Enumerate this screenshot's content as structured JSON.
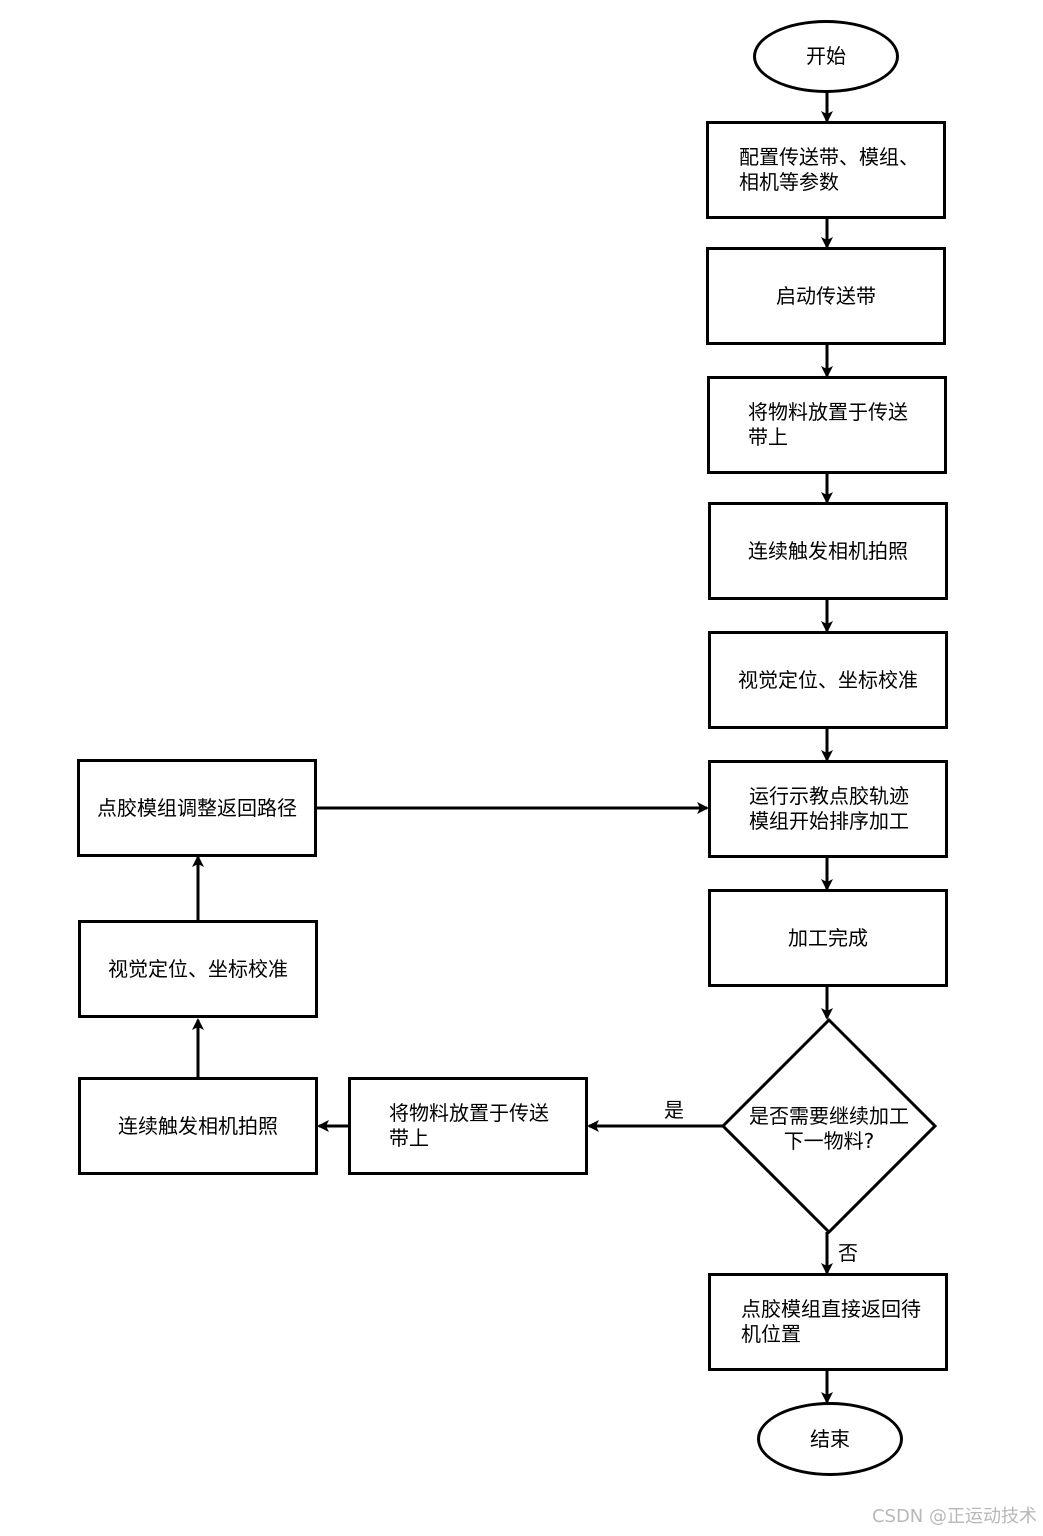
{
  "nodes": {
    "start": "开始",
    "config": "配置传送带、模组、\n相机等参数",
    "start_conveyor": "启动传送带",
    "place_material": "将物料放置于传送\n带上",
    "trigger_camera": "连续触发相机拍照",
    "vision_calib": "视觉定位、坐标校准",
    "run_teach": "运行示教点胶轨迹\n模组开始排序加工",
    "process_done": "加工完成",
    "decision": "是否需要继续加工\n下一物料?",
    "return_home": "点胶模组直接返回待\n机位置",
    "end": "结束",
    "loop_place_material": "将物料放置于传送\n带上",
    "loop_trigger_camera": "连续触发相机拍照",
    "loop_vision_calib": "视觉定位、坐标校准",
    "loop_adjust_path": "点胶模组调整返回路径"
  },
  "edge_labels": {
    "yes": "是",
    "no": "否"
  },
  "watermark": "CSDN @正运动技术"
}
